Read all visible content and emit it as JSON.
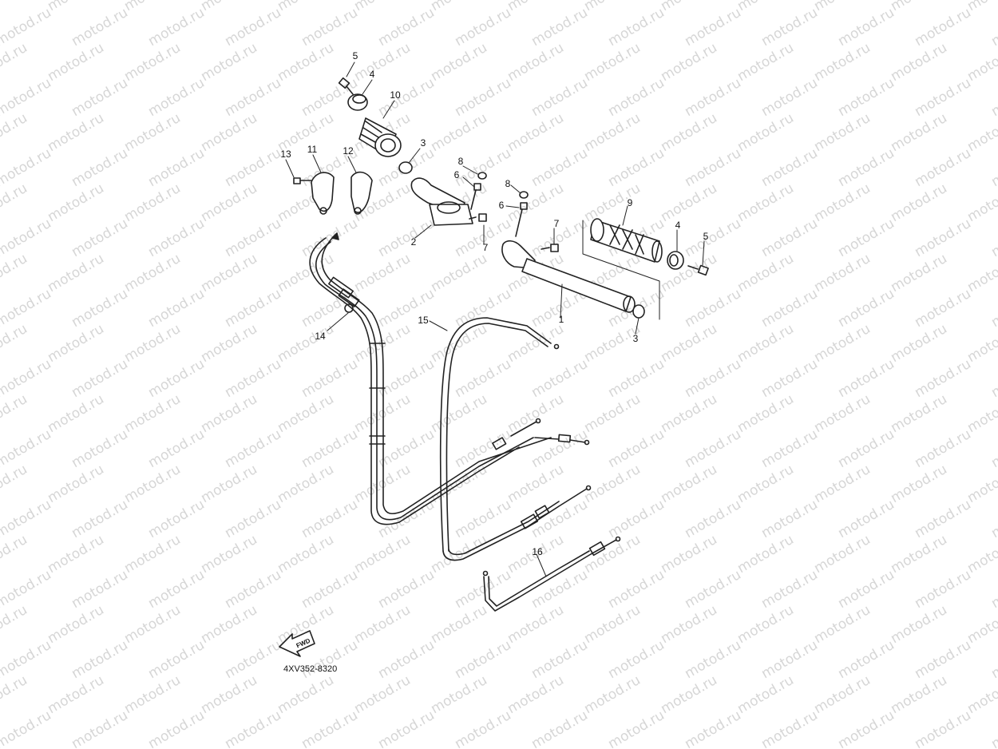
{
  "watermark": {
    "text": "motod.ru"
  },
  "callouts": {
    "c1": "1",
    "c2": "2",
    "c3a": "3",
    "c3b": "3",
    "c4a": "4",
    "c4b": "4",
    "c5a": "5",
    "c5b": "5",
    "c6a": "6",
    "c6b": "6",
    "c7a": "7",
    "c7b": "7",
    "c8a": "8",
    "c8b": "8",
    "c9": "9",
    "c10": "10",
    "c11": "11",
    "c12": "12",
    "c13": "13",
    "c14": "14",
    "c15": "15",
    "c16": "16"
  },
  "fwd_label": "FWD",
  "diagram_code": "4XV352-8320"
}
